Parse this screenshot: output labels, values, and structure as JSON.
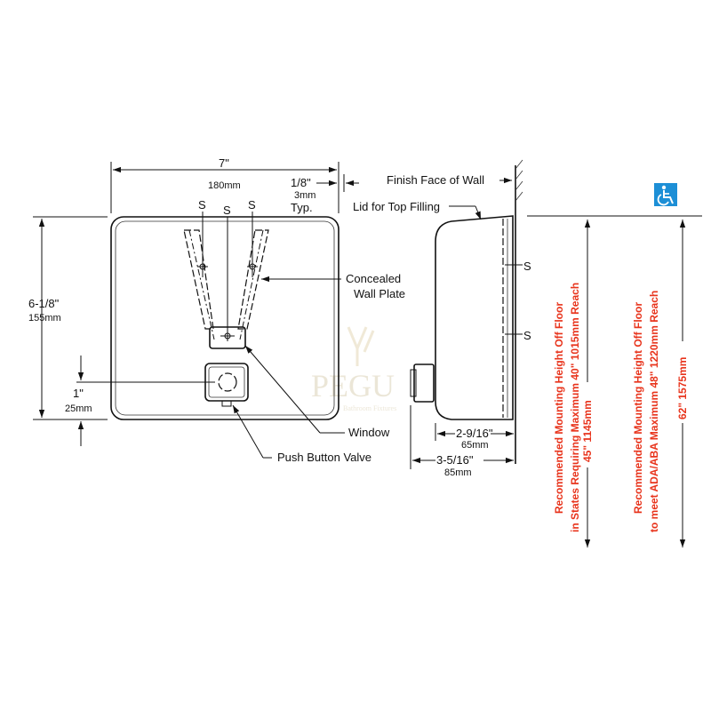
{
  "front": {
    "width_in": "7\"",
    "width_mm": "180mm",
    "gap_in": "1/8\"",
    "gap_mm": "3mm",
    "gap_typ": "Typ.",
    "height_in": "6-1/8\"",
    "height_mm": "155mm",
    "valve_in": "1\"",
    "valve_mm": "25mm",
    "screw_label": "S",
    "concealed_label_1": "Concealed",
    "concealed_label_2": "Wall Plate",
    "window_label": "Window",
    "push_label": "Push Button Valve"
  },
  "side": {
    "wall_label": "Finish Face of Wall",
    "lid_label": "Lid for Top Filling",
    "screw_label": "S",
    "depth1_in": "2-9/16\"",
    "depth1_mm": "65mm",
    "depth2_in": "3-5/16\"",
    "depth2_mm": "85mm"
  },
  "mounting": {
    "line1_a": "Recommended Mounting Height Off Floor",
    "line1_b": "in States Requiring Maximum 40\" 1015mm Reach",
    "height1": "45\"  1145mm",
    "line2_a": "Recommended Mounting Height Off Floor",
    "line2_b": "to meet ADA/ABA Maximum 48\" 1220mm  Reach",
    "height2": "62\"  1575mm",
    "accessibility_color": "#1d8fd6",
    "accent_color": "#e8341c"
  },
  "watermark": {
    "text": "PEGU",
    "subtext": "Bathroom Fixtures"
  }
}
